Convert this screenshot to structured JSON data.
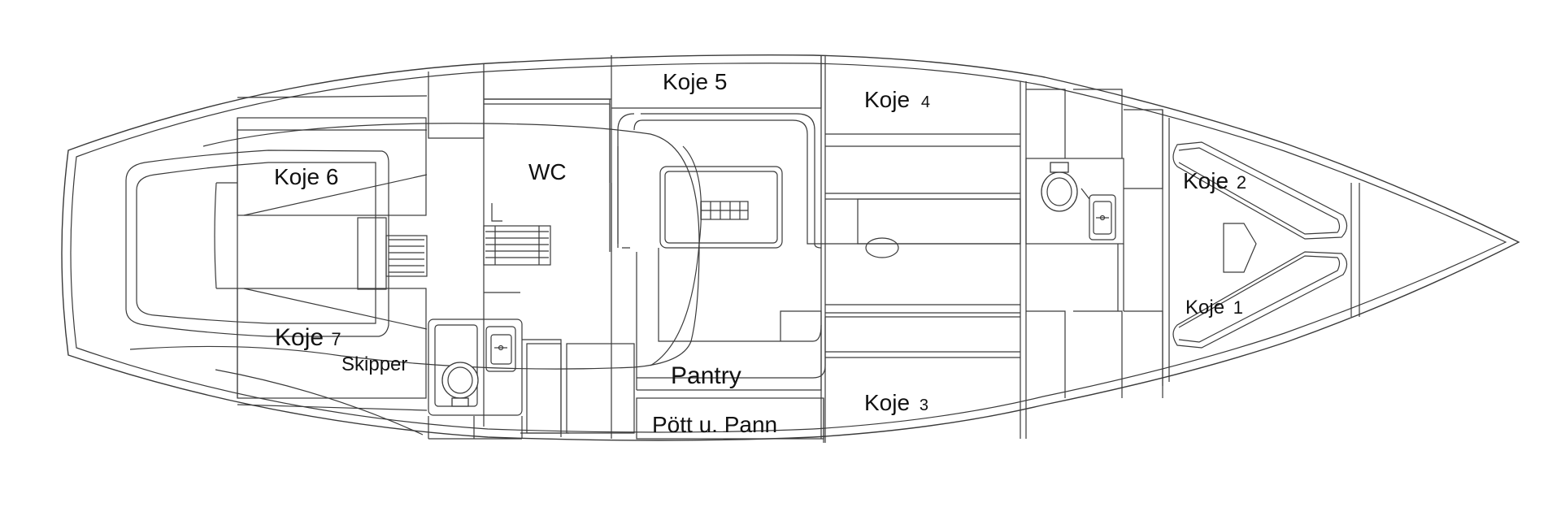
{
  "labels": {
    "koje5": "Koje 5",
    "koje4_main": "Koje",
    "koje4_num": "4",
    "koje6": "Koje 6",
    "wc": "WC",
    "koje2_main": "Koje",
    "koje2_num": "2",
    "koje1_main": "Koje",
    "koje1_num": "1",
    "koje7_main": "Koje",
    "koje7_num": "7",
    "skipper": "Skipper",
    "pantry": "Pantry",
    "koje3_main": "Koje",
    "koje3_num": "3",
    "pott": "Pött u. Pann"
  },
  "colors": {
    "line": "#3a3a3a",
    "text": "#111111",
    "background": "#ffffff"
  }
}
